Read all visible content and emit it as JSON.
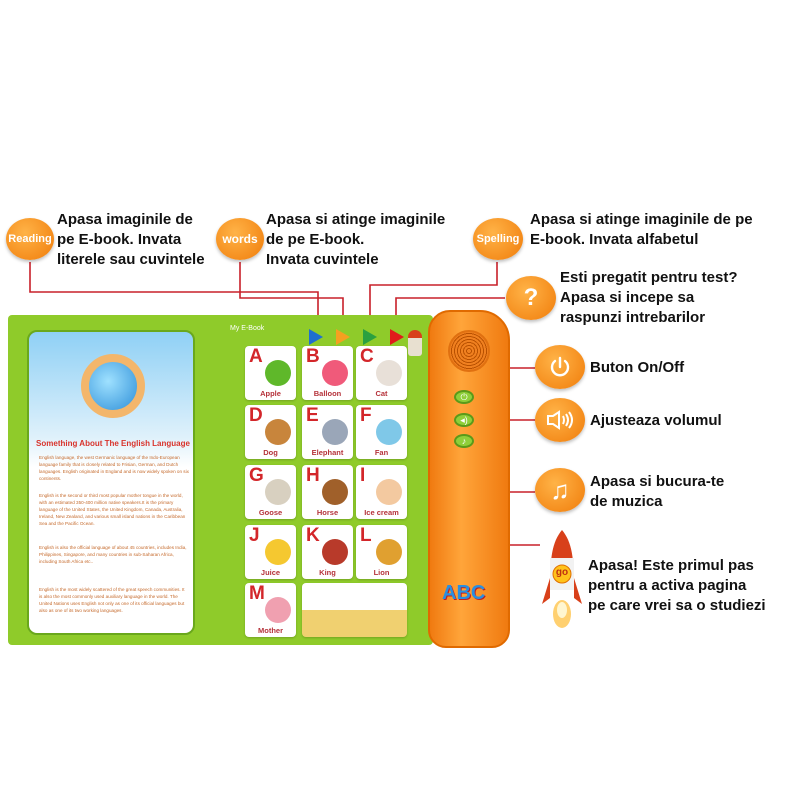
{
  "callouts": {
    "reading": {
      "badge": "Reading",
      "lines": [
        "Apasa imaginile de",
        "pe E-book. Invata",
        "literele sau cuvintele"
      ]
    },
    "words": {
      "badge": "words",
      "lines": [
        "Apasa si atinge imaginile",
        "de pe E-book.",
        "Invata cuvintele"
      ]
    },
    "spelling": {
      "badge": "Spelling",
      "lines": [
        "Apasa si atinge imaginile de pe",
        "E-book. Invata alfabetul"
      ]
    },
    "test": {
      "badge": "?",
      "lines": [
        "Esti pregatit pentru test?",
        "Apasa si incepe sa",
        "raspunzi intrebarilor"
      ]
    },
    "power": {
      "icon": "power-icon",
      "lines": [
        "Buton On/Off"
      ]
    },
    "volume": {
      "icon": "speaker-icon",
      "lines": [
        "Ajusteaza volumul"
      ]
    },
    "music": {
      "icon": "music-note-icon",
      "lines": [
        "Apasa si bucura-te",
        "de muzica"
      ]
    },
    "go": {
      "badge": "go",
      "lines": [
        "Apasa! Este primul pas",
        "pentru a activa pagina",
        "pe care vrei sa o studiezi"
      ]
    }
  },
  "book": {
    "header": "My E-Book",
    "left_page": {
      "title": "Something About The English Language",
      "paragraphs": [
        "English language, the west Germanic language of the Indo-European language family that is closely related to Frisian, German, and Dutch languages. English originated in England and is now widely spoken on six continents.",
        "English is the second or third most popular mother tongue in the world, with an estimated 350-400 million native speakers.It is the primary language of the United States, the United Kingdom, Canada, Australia, Ireland, New Zealand, and various small island nations in the Caribbean Sea and the Pacific Ocean.",
        "English is also the official language of about 45 countries, includes India, Philippines, Singapore, and many countries in sub-Saharan Africa, including South Africa etc..",
        "English is the most widely scattered of the great speech communities. It is also the most commonly used auxiliary language in the world. The United Nations uses English not only as one of its official languages but also as one of its two working languages."
      ]
    },
    "cards": [
      {
        "letter": "A",
        "word": "Apple",
        "color": "#5fb82a"
      },
      {
        "letter": "B",
        "word": "Balloon",
        "color": "#f05a7a"
      },
      {
        "letter": "C",
        "word": "Cat",
        "color": "#e8e0d8"
      },
      {
        "letter": "D",
        "word": "Dog",
        "color": "#c8853c"
      },
      {
        "letter": "E",
        "word": "Elephant",
        "color": "#9aa6b8"
      },
      {
        "letter": "F",
        "word": "Fan",
        "color": "#7fc8e8"
      },
      {
        "letter": "G",
        "word": "Goose",
        "color": "#d8d0c0"
      },
      {
        "letter": "H",
        "word": "Horse",
        "color": "#a0602a"
      },
      {
        "letter": "I",
        "word": "Ice cream",
        "color": "#f3c9a0"
      },
      {
        "letter": "J",
        "word": "Juice",
        "color": "#f5c830"
      },
      {
        "letter": "K",
        "word": "King",
        "color": "#b83a2a"
      },
      {
        "letter": "L",
        "word": "Lion",
        "color": "#e0a030"
      },
      {
        "letter": "M",
        "word": "Mother",
        "color": "#f0a0b0"
      }
    ],
    "tabs": [
      {
        "color": "#1f6fd0"
      },
      {
        "color": "#f5a020"
      },
      {
        "color": "#2aa040"
      },
      {
        "color": "#e01b1b"
      }
    ],
    "pen_logo": "ABC"
  },
  "colors": {
    "accent": "#f07c0a",
    "line": "#c8202a",
    "book_green": "#8fcb2a"
  }
}
